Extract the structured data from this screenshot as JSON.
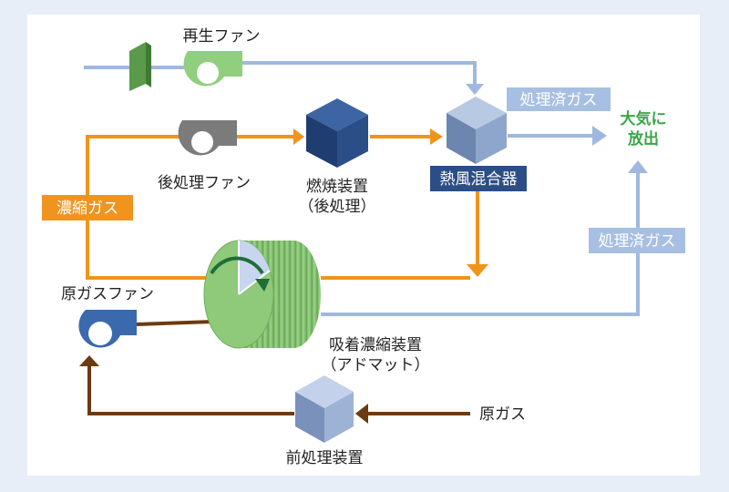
{
  "labels": {
    "regen_fan": "再生ファン",
    "post_fan": "後処理ファン",
    "burner_line1": "燃焼装置",
    "burner_line2": "（後処理）",
    "mixer": "熱風混合器",
    "treated_gas_top": "処理済ガス",
    "treated_gas_right": "処理済ガス",
    "release_line1": "大気に",
    "release_line2": "放出",
    "concentrated_gas": "濃縮ガス",
    "raw_gas_fan": "原ガスファン",
    "adsorber_line1": "吸着濃縮装置",
    "adsorber_line2": "（アドマット）",
    "raw_gas": "原ガス",
    "pretreat": "前処理装置"
  },
  "colors": {
    "background": "#e8eef8",
    "panel": "#ffffff",
    "orange_flow": "#f0941e",
    "blue_flow": "#9fb8de",
    "brown_flow": "#6b3b12",
    "green_fan": "#8fcf7d",
    "gray_fan": "#7b7b7b",
    "blue_fan": "#3a6aad",
    "dark_blue_box": "#2c4e86",
    "light_blue_box": "#8ea6cc",
    "tag_orange": "#f0941e",
    "tag_blue": "#a7bfe2",
    "tag_dark_blue": "#2c4e86",
    "release_text": "#3aa64a",
    "wheel_green": "#8fc97a",
    "damper_green": "#5a9a4a"
  },
  "icons": {
    "regen_fan": "blower-fan-icon",
    "post_fan": "blower-fan-icon",
    "raw_gas_fan": "blower-fan-icon",
    "burner": "cube-icon",
    "mixer": "cube-icon",
    "pretreat": "cube-icon",
    "adsorber": "rotor-wheel-icon",
    "damper": "damper-icon"
  }
}
